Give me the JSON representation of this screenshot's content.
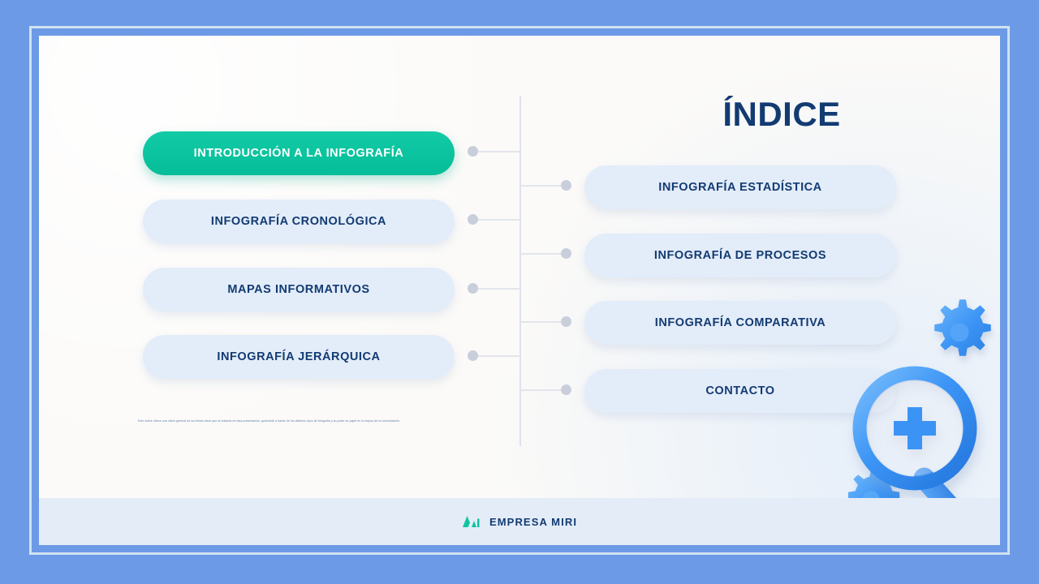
{
  "slide": {
    "title": "ÍNDICE",
    "background_color": "#6c9ae6",
    "card_color": "#fbfaf8",
    "accent_color": "#0fc5a0",
    "text_color": "#123b72",
    "pill_color": "#e3ecf9"
  },
  "left_items": [
    {
      "label": "INTRODUCCIÓN A LA INFOGRAFÍA",
      "active": true
    },
    {
      "label": "INFOGRAFÍA CRONOLÓGICA",
      "active": false
    },
    {
      "label": "MAPAS INFORMATIVOS",
      "active": false
    },
    {
      "label": "INFOGRAFÍA JERÁRQUICA",
      "active": false
    }
  ],
  "right_items": [
    {
      "label": "INFOGRAFÍA ESTADÍSTICA"
    },
    {
      "label": "INFOGRAFÍA DE PROCESOS"
    },
    {
      "label": "INFOGRAFÍA COMPARATIVA"
    },
    {
      "label": "CONTACTO"
    }
  ],
  "caption": "Este índice ofrece una visión general de los temas clave que se tratarán en esta presentación, guiándote a través de los distintos tipos de infografía y su poder su papel en la mejora de la comunicación.",
  "footer": {
    "brand": "EMPRESA MIRI",
    "logo_icon": "brand-m-logo-icon",
    "background_color": "#e4ecf8"
  },
  "decorations": [
    {
      "icon": "magnifier-plus-icon",
      "color": "#3b94f5"
    },
    {
      "icon": "gear-icon",
      "color": "#3b94f5"
    },
    {
      "icon": "gear-icon",
      "color": "#3b94f5"
    }
  ]
}
